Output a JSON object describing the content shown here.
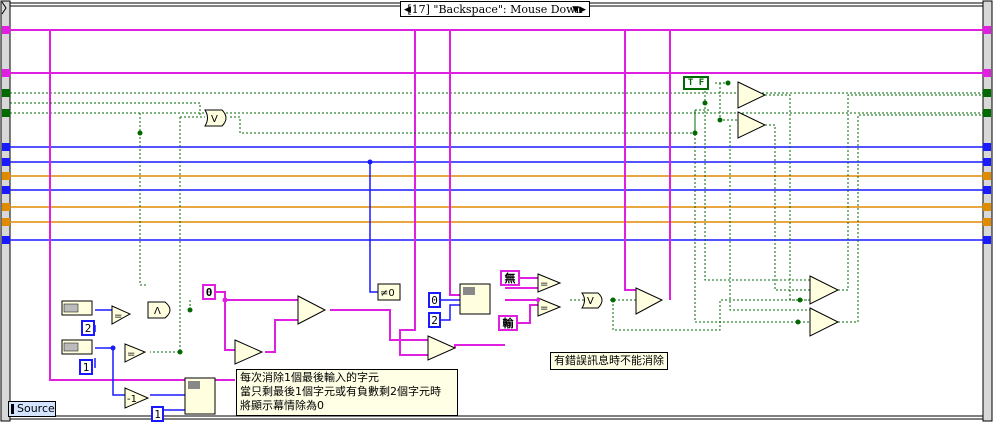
{
  "case_selector": {
    "label": "[17] \"Backspace\": Mouse Down",
    "left_arrow": "◀",
    "right_arrow": "▼▶"
  },
  "constants": {
    "zero_pink": "0",
    "two_a": "2",
    "one_a": "1",
    "zero_blue": "0",
    "two_b": "2",
    "one_b": "1",
    "none_char": "無",
    "input_char": "輸",
    "not_equal_zero": "≠0",
    "bool_tf": "T F"
  },
  "operators": {
    "or_label": "V",
    "and_label": "Λ",
    "eq_label": "=",
    "minus_one": "-1"
  },
  "comments": {
    "error_note": "有錯誤訊息時不能消除",
    "main_note_line1": "每次消除1個最後輸入的字元",
    "main_note_line2": "當只剩最後1個字元或有負數剩2個字元時",
    "main_note_line3": "將顯示幕情除為0"
  },
  "source_label": "Source",
  "colors": {
    "string_wire": "#e020e0",
    "boolean_wire": "#006a00",
    "numeric_wire": "#1a1aff",
    "orange_wire": "#e08a00",
    "frame": "#000000"
  }
}
